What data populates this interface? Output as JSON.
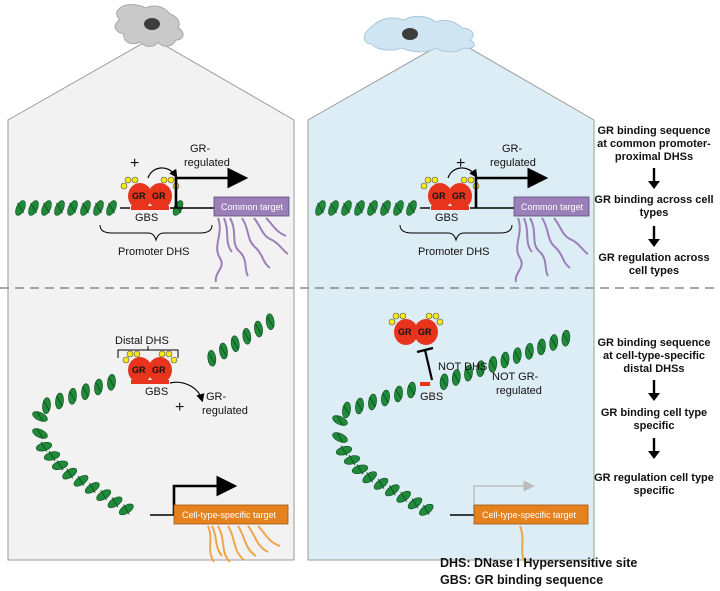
{
  "colors": {
    "panel_left": "#f2f2f2",
    "panel_right": "#ddedf5",
    "panel_stroke": "#9a9a9a",
    "dna": "#1f8a3a",
    "gr_protein": "#e8341c",
    "ligand": "#f5e616",
    "common_target": "#9b7fb8",
    "cell_specific_target": "#e6821e",
    "gbs_mark": "#e8341c"
  },
  "top": {
    "gr_label": "GR",
    "plus": "+",
    "gr_regulated": [
      "GR-",
      "regulated"
    ],
    "gbs": "GBS",
    "promoter_dhs": "Promoter DHS",
    "common_target": "Common target"
  },
  "bottom_left": {
    "distal_dhs": "Distal DHS",
    "gbs": "GBS",
    "plus": "+",
    "gr_regulated": [
      "GR-",
      "regulated"
    ],
    "target": "Cell-type-specific target"
  },
  "bottom_right": {
    "not_dhs": "NOT DHS",
    "gbs": "GBS",
    "not_gr_regulated": [
      "NOT GR-",
      "regulated"
    ],
    "target": "Cell-type-specific target"
  },
  "flow_top": {
    "step1": [
      "GR binding sequence",
      "at common promoter-",
      "proximal DHSs"
    ],
    "step2": [
      "GR binding across cell",
      "types"
    ],
    "step3": [
      "GR regulation across",
      "cell types"
    ]
  },
  "flow_bottom": {
    "step1": [
      "GR binding sequence",
      "at cell-type-specific",
      "distal DHSs"
    ],
    "step2": [
      "GR binding cell type",
      "specific"
    ],
    "step3": [
      "GR regulation cell type",
      "specific"
    ]
  },
  "legend": {
    "dhs": "DHS: DNase I Hypersensitive site",
    "gbs": "GBS: GR binding sequence"
  }
}
